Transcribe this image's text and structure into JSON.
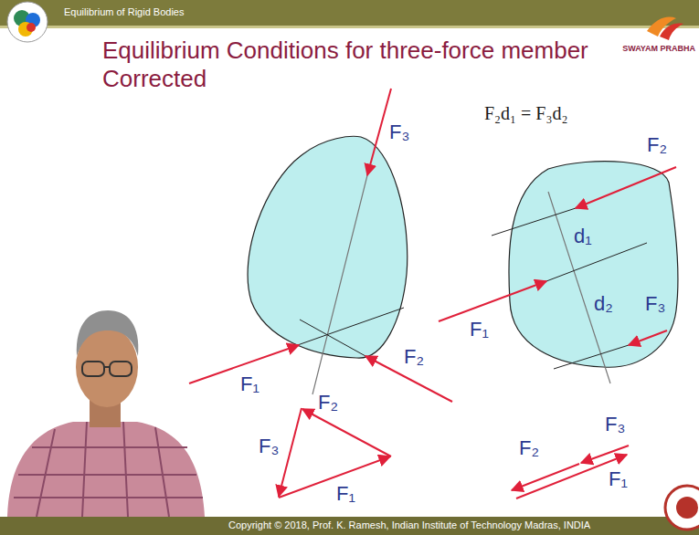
{
  "diagram": {
    "title": "Equilibrium Conditions for three-force member Corrected",
    "labels": [
      "Equilibrium of Rigid Bodies",
      "SWAYAM PRABHA",
      "F₂d₁ = F₃d₂",
      "F₃",
      "F₁",
      "F₂",
      "F₂",
      "d₁",
      "F₁",
      "d₂",
      "F₃",
      "F₂",
      "F₃",
      "F₁",
      "F₃",
      "F₂",
      "F₁",
      "Copyright © 2018, Prof. K. Ramesh, Indian Institute of Technology Madras, INDIA"
    ]
  }
}
